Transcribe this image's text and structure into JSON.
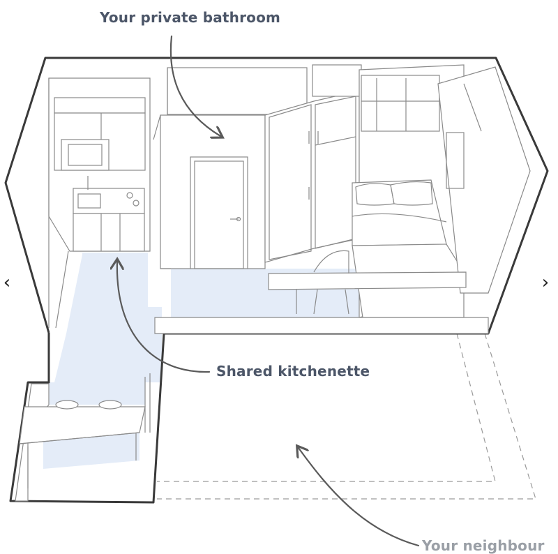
{
  "labels": {
    "bathroom": "Your private bathroom",
    "kitchenette": "Shared kitchenette",
    "neighbour": "Your neighbour"
  },
  "nav": {
    "prev_glyph": "‹",
    "next_glyph": "›"
  },
  "colors": {
    "floor_fill": "#e4ecf8",
    "outline": "#3a3a3a",
    "line": "#8a8a8a",
    "arrow": "#5a5a5a",
    "label_primary": "#4c5668",
    "label_secondary": "#9a9fa6"
  },
  "icons": [
    "chevron-left-icon",
    "chevron-right-icon",
    "arrow-icon"
  ]
}
